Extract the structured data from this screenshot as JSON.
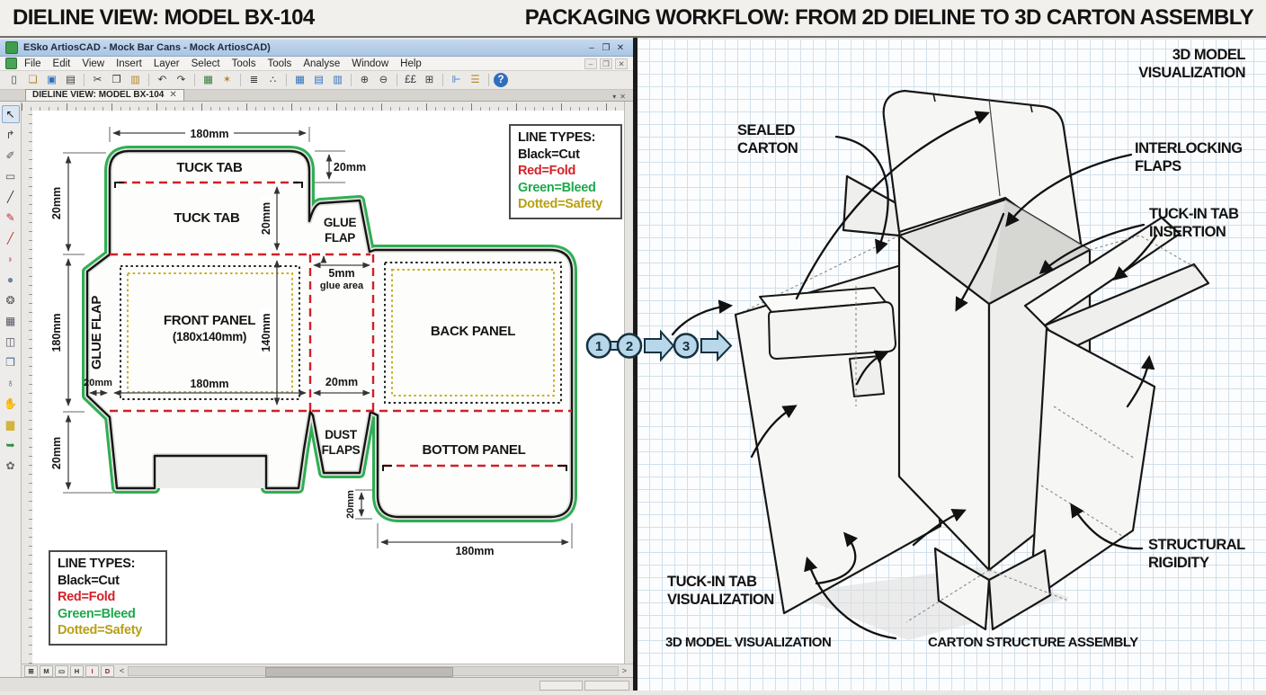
{
  "header": {
    "left_title": "DIELINE VIEW: MODEL BX-104",
    "right_title": "PACKAGING WORKFLOW: FROM 2D DIELINE TO 3D CARTON ASSEMBLY"
  },
  "app": {
    "title": "ESko ArtiosCAD - Mock Bar Cans - Mock ArtiosCAD)",
    "window_controls": {
      "minimize": "–",
      "restore": "❐",
      "close": "✕"
    },
    "menus": [
      "File",
      "Edit",
      "View",
      "Insert",
      "Layer",
      "Select",
      "Tools",
      "Tools",
      "Analyse",
      "Window",
      "Help"
    ],
    "toolbar": {
      "icons": [
        {
          "name": "new-file",
          "glyph": "▯"
        },
        {
          "name": "open",
          "glyph": "❏"
        },
        {
          "name": "save",
          "glyph": "▣"
        },
        {
          "name": "print",
          "glyph": "▤"
        },
        {
          "name": "cut",
          "glyph": "✂"
        },
        {
          "name": "copy",
          "glyph": "❐"
        },
        {
          "name": "paste",
          "glyph": "▥"
        },
        {
          "name": "undo",
          "glyph": "↶"
        },
        {
          "name": "redo",
          "glyph": "↷"
        },
        {
          "name": "rebuild",
          "glyph": "▦"
        },
        {
          "name": "design",
          "glyph": "✶"
        },
        {
          "name": "layout",
          "glyph": "≣"
        },
        {
          "name": "graph",
          "glyph": "∴"
        },
        {
          "name": "view-grid-1",
          "glyph": "▦"
        },
        {
          "name": "view-grid-2",
          "glyph": "▤"
        },
        {
          "name": "view-grid-3",
          "glyph": "▥"
        },
        {
          "name": "zoom-in",
          "glyph": "⊕"
        },
        {
          "name": "zoom-out",
          "glyph": "⊖"
        },
        {
          "name": "dimension",
          "glyph": "££"
        },
        {
          "name": "snap",
          "glyph": "⊞"
        },
        {
          "name": "align",
          "glyph": "⊩"
        },
        {
          "name": "options",
          "glyph": "☰"
        },
        {
          "name": "help",
          "glyph": "?"
        }
      ]
    },
    "palette": {
      "tools": [
        {
          "name": "select",
          "glyph": "↖"
        },
        {
          "name": "direct-select",
          "glyph": "↱"
        },
        {
          "name": "measure",
          "glyph": "✐"
        },
        {
          "name": "marquee",
          "glyph": "▭"
        },
        {
          "name": "line",
          "glyph": "╱"
        },
        {
          "name": "pencil",
          "glyph": "✎"
        },
        {
          "name": "fold-line",
          "glyph": "╱"
        },
        {
          "name": "eraser",
          "glyph": "◗"
        },
        {
          "name": "ellipse",
          "glyph": "●"
        },
        {
          "name": "rotate",
          "glyph": "❂"
        },
        {
          "name": "panel",
          "glyph": "▦"
        },
        {
          "name": "split-view",
          "glyph": "◫"
        },
        {
          "name": "frame",
          "glyph": "❒"
        },
        {
          "name": "globe",
          "glyph": "♁"
        },
        {
          "name": "pan",
          "glyph": "✋"
        },
        {
          "name": "fill",
          "glyph": "▆"
        },
        {
          "name": "export",
          "glyph": "➥"
        },
        {
          "name": "settings",
          "glyph": "✿"
        }
      ]
    },
    "tab": {
      "label": "DIELINE VIEW: MODEL BX-104",
      "close": "✕",
      "chevron": "▾",
      "panel_close": "✕"
    },
    "statusbar": {
      "buttons": [
        "⊞",
        "M",
        "▭",
        "H",
        "I",
        "D"
      ],
      "prev": "<",
      "next": ">",
      "vscroll_down": "▾"
    }
  },
  "dieline": {
    "labels": {
      "tuck_tab_top": "TUCK TAB",
      "tuck_tab_inner": "TUCK TAB",
      "glue_flap_left": "GLUE FLAP",
      "front_panel": "FRONT PANEL",
      "front_panel_size": "(180x140mm)",
      "glue_flap_top_1": "GLUE",
      "glue_flap_top_2": "FLAP",
      "back_panel": "BACK PANEL",
      "dust_flaps_1": "DUST",
      "dust_flaps_2": "FLAPS",
      "bottom_panel": "BOTTOM PANEL"
    },
    "dims": {
      "top_width": "180mm",
      "tuck_depth": "20mm",
      "left_top": "20mm",
      "tuck_inner": "20mm",
      "left_mid": "180mm",
      "front_height": "140mm",
      "front_width": "180mm",
      "glue_width": "20mm",
      "column_width": "20mm",
      "glue_area_1": "5mm",
      "glue_area_2": "glue area",
      "left_low": "20mm",
      "bottom_tab": "20mm",
      "bottom_width": "180mm"
    },
    "legend": {
      "title": "LINE TYPES:",
      "cut": "Black=Cut",
      "fold": "Red=Fold",
      "bleed": "Green=Bleed",
      "safety": "Dotted=Safety"
    },
    "colors": {
      "cut": "#161616",
      "fold": "#d42127",
      "bleed": "#1ea84d",
      "safety": "#b7a016"
    }
  },
  "workflow": {
    "step1": "1",
    "step2": "2",
    "step3": "3",
    "arrow_color": "#b9d7ea"
  },
  "viz3d": {
    "labels": {
      "model_top_1": "3D MODEL",
      "model_top_2": "VISUALIZATION",
      "sealed_1": "SEALED",
      "sealed_2": "CARTON",
      "interlocking_1": "INTERLOCKING",
      "interlocking_2": "FLAPS",
      "insertion_1": "TUCK-IN TAB",
      "insertion_2": "INSERTION",
      "structural_1": "STRUCTURAL",
      "structural_2": "RIGIDITY",
      "tuck_viz_1": "TUCK-IN TAB",
      "tuck_viz_2": "VISUALIZATION",
      "bottom_left": "3D MODEL VISUALIZATION",
      "bottom_right": "CARTON STRUCTURE ASSEMBLY"
    }
  }
}
